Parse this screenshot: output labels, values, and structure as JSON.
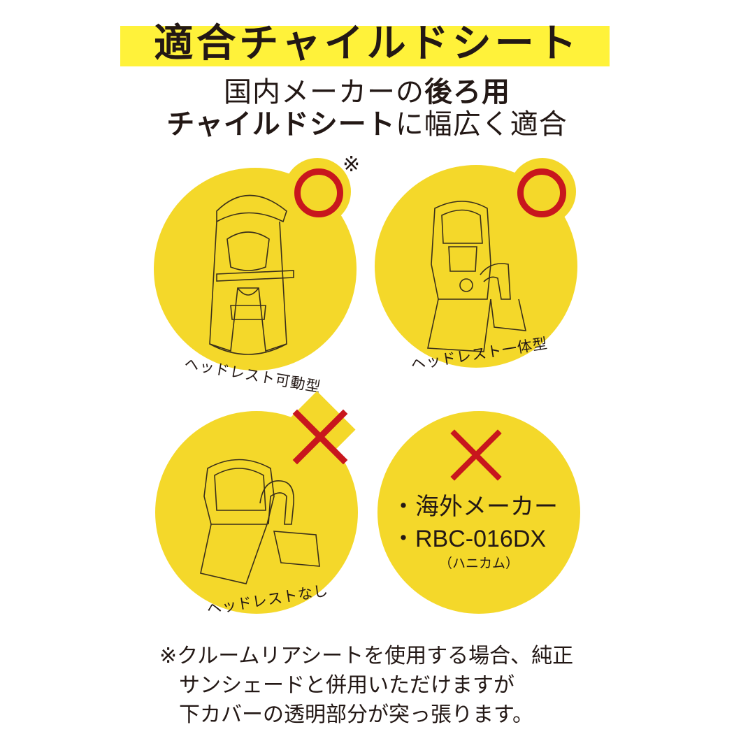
{
  "title": "適合チャイルドシート",
  "subtitle": {
    "line1_plain": "国内メーカーの",
    "line1_bold": "後ろ用",
    "line2_bold": "チャイルドシート",
    "line2_plain": "に幅広く適合"
  },
  "items": [
    {
      "caption": "ヘッドレスト可動型",
      "status": "○",
      "note_mark": "※"
    },
    {
      "caption": "ヘッドレスト一体型",
      "status": "○"
    },
    {
      "caption": "ヘッドレストなし",
      "status": "×"
    },
    {
      "status": "×",
      "list": [
        "・海外メーカー",
        "・RBC-016DX"
      ],
      "sub": "（ハニカム）"
    }
  ],
  "footnote": [
    "※クルームリアシートを使用する場合、純正",
    "サンシェードと併用いただけますが",
    "下カバーの透明部分が突っ張ります。"
  ],
  "colors": {
    "yellow_band": "#fff23a",
    "circle": "#f4d82a",
    "mark_red": "#c8161d",
    "text": "#231815"
  }
}
